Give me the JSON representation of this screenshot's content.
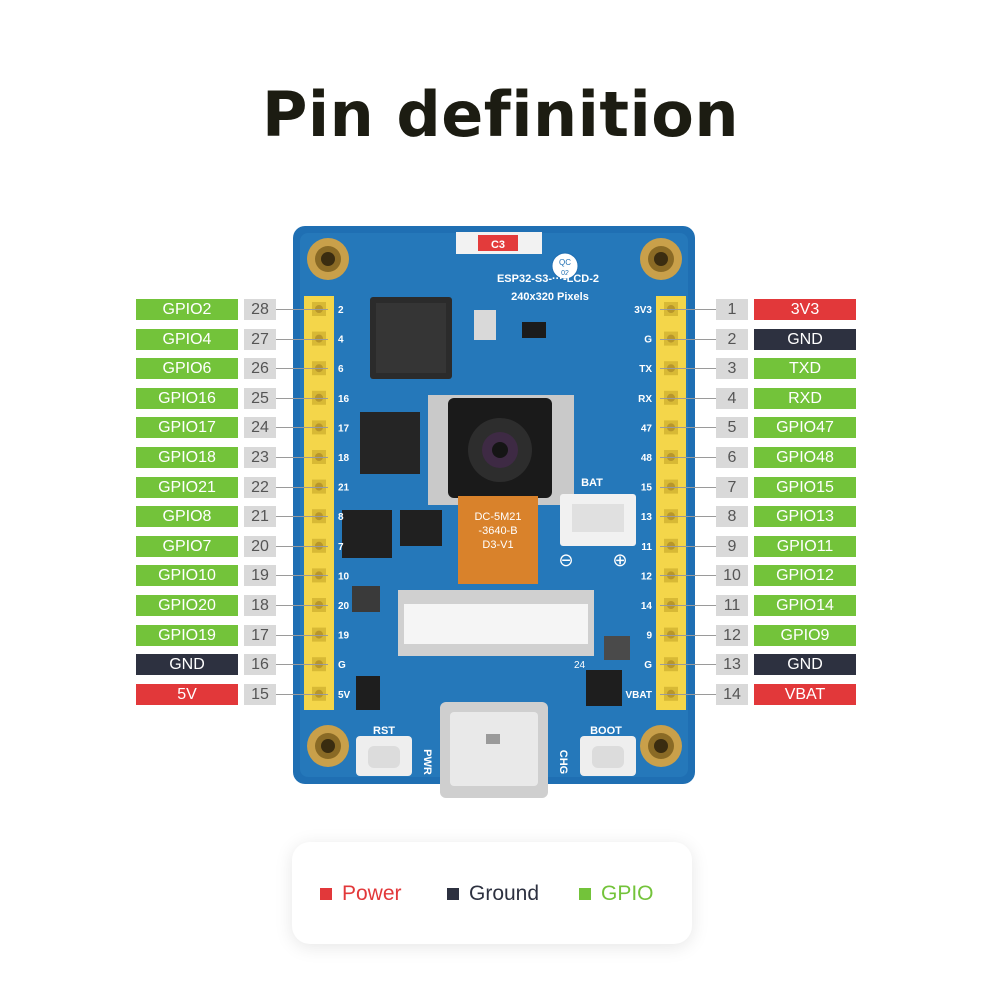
{
  "title": "Pin definition",
  "colors": {
    "power": "#e2383a",
    "ground": "#2d3140",
    "gpio": "#73c33a"
  },
  "left_pins": [
    {
      "label": "GPIO2",
      "num": "28",
      "type": "gpio"
    },
    {
      "label": "GPIO4",
      "num": "27",
      "type": "gpio"
    },
    {
      "label": "GPIO6",
      "num": "26",
      "type": "gpio"
    },
    {
      "label": "GPIO16",
      "num": "25",
      "type": "gpio"
    },
    {
      "label": "GPIO17",
      "num": "24",
      "type": "gpio"
    },
    {
      "label": "GPIO18",
      "num": "23",
      "type": "gpio"
    },
    {
      "label": "GPIO21",
      "num": "22",
      "type": "gpio"
    },
    {
      "label": "GPIO8",
      "num": "21",
      "type": "gpio"
    },
    {
      "label": "GPIO7",
      "num": "20",
      "type": "gpio"
    },
    {
      "label": "GPIO10",
      "num": "19",
      "type": "gpio"
    },
    {
      "label": "GPIO20",
      "num": "18",
      "type": "gpio"
    },
    {
      "label": "GPIO19",
      "num": "17",
      "type": "gpio"
    },
    {
      "label": "GND",
      "num": "16",
      "type": "ground"
    },
    {
      "label": "5V",
      "num": "15",
      "type": "power"
    }
  ],
  "right_pins": [
    {
      "label": "3V3",
      "num": "1",
      "type": "power"
    },
    {
      "label": "GND",
      "num": "2",
      "type": "ground"
    },
    {
      "label": "TXD",
      "num": "3",
      "type": "gpio"
    },
    {
      "label": "RXD",
      "num": "4",
      "type": "gpio"
    },
    {
      "label": "GPIO47",
      "num": "5",
      "type": "gpio"
    },
    {
      "label": "GPIO48",
      "num": "6",
      "type": "gpio"
    },
    {
      "label": "GPIO15",
      "num": "7",
      "type": "gpio"
    },
    {
      "label": "GPIO13",
      "num": "8",
      "type": "gpio"
    },
    {
      "label": "GPIO11",
      "num": "9",
      "type": "gpio"
    },
    {
      "label": "GPIO12",
      "num": "10",
      "type": "gpio"
    },
    {
      "label": "GPIO14",
      "num": "11",
      "type": "gpio"
    },
    {
      "label": "GPIO9",
      "num": "12",
      "type": "gpio"
    },
    {
      "label": "GND",
      "num": "13",
      "type": "ground"
    },
    {
      "label": "VBAT",
      "num": "14",
      "type": "power"
    }
  ],
  "board": {
    "model": "ESP32-S3-···-LCD-2",
    "resolution": "240x320 Pixels",
    "c3_label": "C3",
    "qc_label": "QC",
    "qc_num": "02",
    "camera_label_1": "DC-5M21",
    "camera_label_2": "-3640-B",
    "camera_label_3": "D3-V1",
    "bat_label": "BAT",
    "minus_sign": "⊖",
    "plus_sign": "⊕",
    "rst_label": "RST",
    "pwr_label": "PWR",
    "chg_label": "CHG",
    "boot_label": "BOOT",
    "left_silk": [
      "2",
      "4",
      "6",
      "16",
      "17",
      "18",
      "21",
      "8",
      "7",
      "10",
      "20",
      "19",
      "G",
      "5V"
    ],
    "right_silk": [
      "3V3",
      "G",
      "TX",
      "RX",
      "47",
      "48",
      "15",
      "13",
      "11",
      "12",
      "14",
      "9",
      "G",
      "VBAT"
    ],
    "fpc_pin": "24"
  },
  "legend": {
    "power": "Power",
    "ground": "Ground",
    "gpio": "GPIO"
  }
}
